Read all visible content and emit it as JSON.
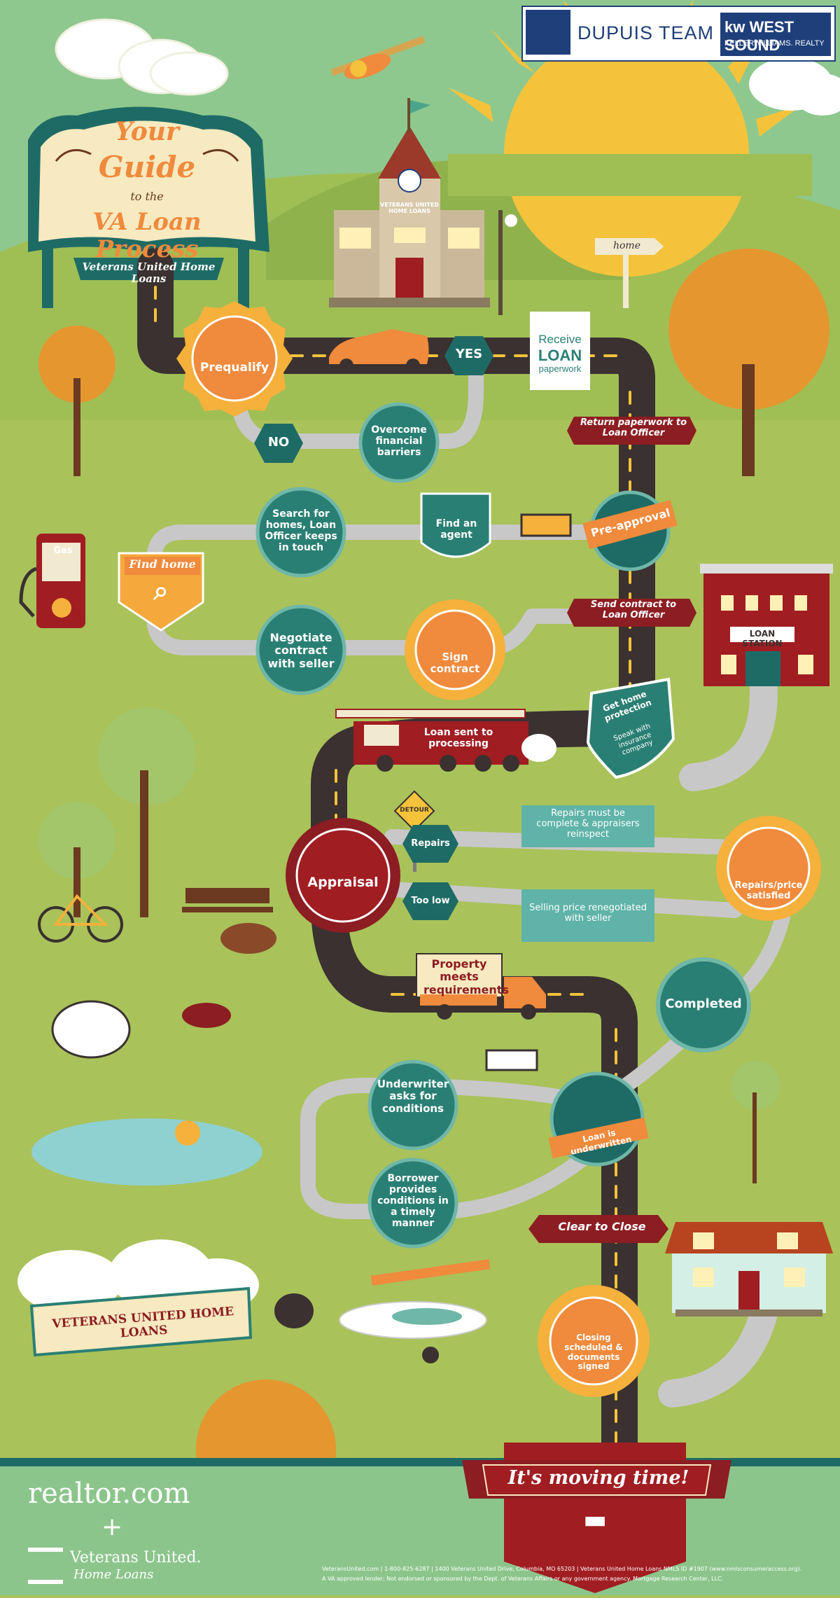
{
  "brand": {
    "team": "DUPUIS TEAM",
    "kw_main": "kw WEST SOUND",
    "kw_sub": "KELLERWILLIAMS. REALTY"
  },
  "title": {
    "line1": "Your",
    "line2": "Guide",
    "line3": "to the",
    "line4": "VA Loan Process",
    "ribbon": "Veterans United Home Loans"
  },
  "school_sign": "VETERANS UNITED HOME LOANS",
  "home_sign": "home",
  "steps": {
    "prequalify": "Prequalify",
    "yes": "YES",
    "no": "NO",
    "overcome": "Overcome financial barriers",
    "receive_1": "Receive",
    "receive_2": "LOAN",
    "receive_3": "paperwork",
    "return_paperwork": "Return paperwork to Loan Officer",
    "preapproval": "Pre-approval",
    "find_agent": "Find an agent",
    "search_homes": "Search for homes, Loan Officer keeps in touch",
    "find_home": "Find home",
    "negotiate": "Negotiate contract with seller",
    "sign_contract": "Sign contract",
    "send_contract": "Send contract to Loan Officer",
    "loan_station": "LOAN STATION",
    "home_protection": "Get home protection",
    "speak_insurance": "Speak with insurance company",
    "loan_sent": "Loan sent to processing",
    "detour": "DETOUR",
    "appraisal": "Appraisal",
    "repairs": "Repairs",
    "too_low": "Too low",
    "repairs_must": "Repairs must be complete & appraisers reinspect",
    "selling_price": "Selling price renegotiated with seller",
    "repairs_satisfied": "Repairs/price satisfied",
    "property_meets": "Property meets requirements",
    "completed": "Completed",
    "underwriter_asks": "Underwriter asks for conditions",
    "borrower_provides": "Borrower provides conditions in a timely manner",
    "loan_underwritten": "Loan is underwritten",
    "clear_to_close": "Clear to Close",
    "closing": "Closing scheduled & documents signed",
    "moving_time": "It's moving time!"
  },
  "gas_label": "Gas",
  "plane_banner": "VETERANS UNITED HOME LOANS",
  "footer": {
    "realtor": "realtor.com",
    "plus": "+",
    "vu_line1": "Veterans United.",
    "vu_line2": "Home Loans",
    "fine1": "VeteransUnited.com | 1-800-825-6287 | 1400 Veterans United Drive, Columbia, MO 65203 | Veterans United Home Loans NMLS ID #1907 (www.nmlsconsumeraccess.org).",
    "fine2": "A VA approved lender; Not endorsed or sponsored by the Dept. of Veterans Affairs or any government agency. Mortgage Research Center, LLC."
  },
  "colors": {
    "grass": "#a9c25a",
    "sky": "#8cc58c",
    "road": "#3a3130",
    "teal": "#2a7f74",
    "orange": "#f0a23c",
    "maroon": "#8c1d22",
    "cream": "#f7e9c0"
  }
}
